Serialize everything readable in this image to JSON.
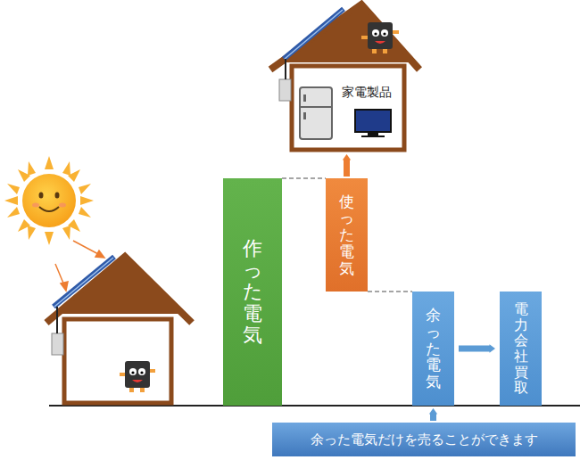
{
  "diagram": {
    "nodes": [
      {
        "text": [
          "家電製品"
        ]
      },
      {
        "text": [
          "作った電気"
        ]
      },
      {
        "text": [
          "使った電気"
        ]
      },
      {
        "text": [
          "余った電気"
        ]
      },
      {
        "text": [
          "電力会社買取"
        ]
      },
      {
        "text": [
          "余った電気だけを売ることができます"
        ]
      }
    ],
    "edges": [
      {
        "from": 2,
        "to": 0,
        "arrow": "to"
      },
      {
        "from": 3,
        "to": 4,
        "arrow": "to"
      },
      {
        "from": 5,
        "to": 3,
        "arrow": "to"
      }
    ]
  }
}
